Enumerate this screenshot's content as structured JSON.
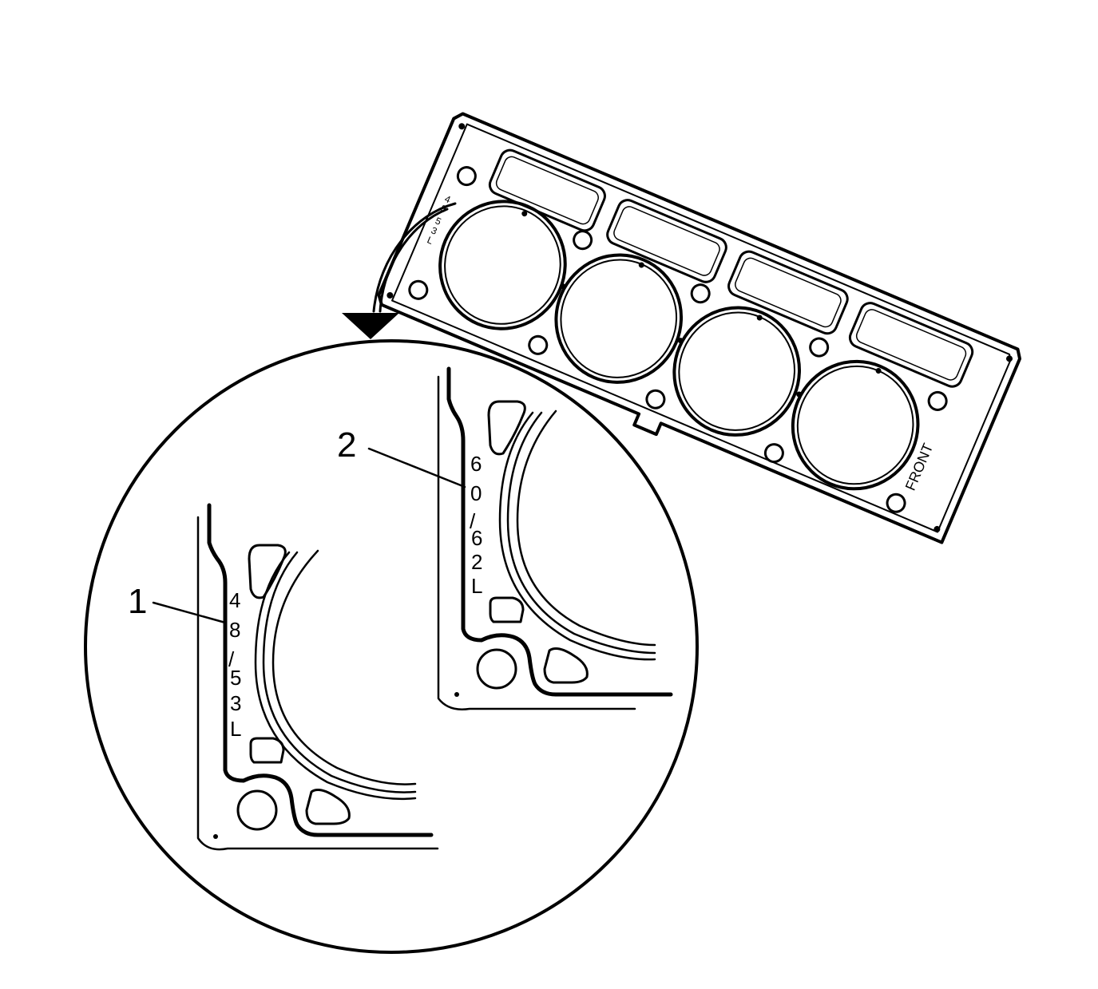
{
  "callouts": {
    "one": {
      "number": "1"
    },
    "two": {
      "number": "2"
    }
  },
  "gasket": {
    "front_label": "FRONT",
    "small_stamp": [
      "4",
      "8",
      "5",
      "3",
      "L"
    ]
  },
  "detail_one": {
    "stamp": [
      "4",
      "8",
      "/",
      "5",
      "3",
      "L"
    ]
  },
  "detail_two": {
    "stamp": [
      "6",
      "0",
      "/",
      "6",
      "2",
      "L"
    ]
  }
}
